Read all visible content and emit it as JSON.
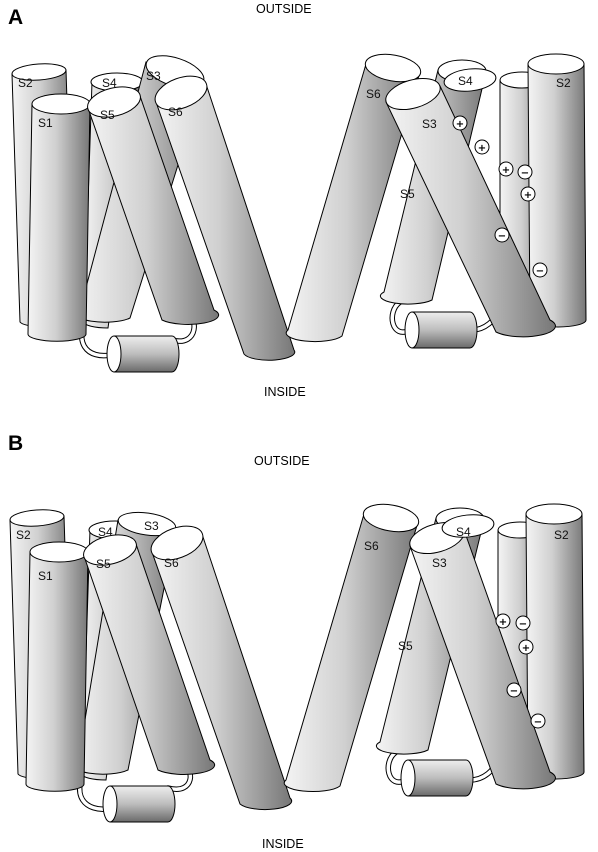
{
  "panels": [
    {
      "letter": "A",
      "outside_label": "OUTSIDE",
      "inside_label": "INSIDE",
      "segments": {
        "left": [
          "S2",
          "S4",
          "S3",
          "S1",
          "S5",
          "S6"
        ],
        "right": [
          "S6",
          "S4",
          "S2",
          "S3",
          "S5"
        ]
      },
      "charges": [
        "+",
        "+",
        "+",
        "−",
        "+",
        "−",
        "−"
      ]
    },
    {
      "letter": "B",
      "outside_label": "OUTSIDE",
      "inside_label": "INSIDE",
      "segments": {
        "left": [
          "S2",
          "S4",
          "S3",
          "S1",
          "S5",
          "S6"
        ],
        "right": [
          "S6",
          "S4",
          "S2",
          "S3",
          "S5"
        ]
      },
      "charges": [
        "+",
        "−",
        "+",
        "−",
        "−"
      ]
    }
  ],
  "colors": {
    "cylinder_light": "#f2f2f2",
    "cylinder_dark": "#7a7a7a",
    "outline": "#000000",
    "background": "#ffffff"
  }
}
